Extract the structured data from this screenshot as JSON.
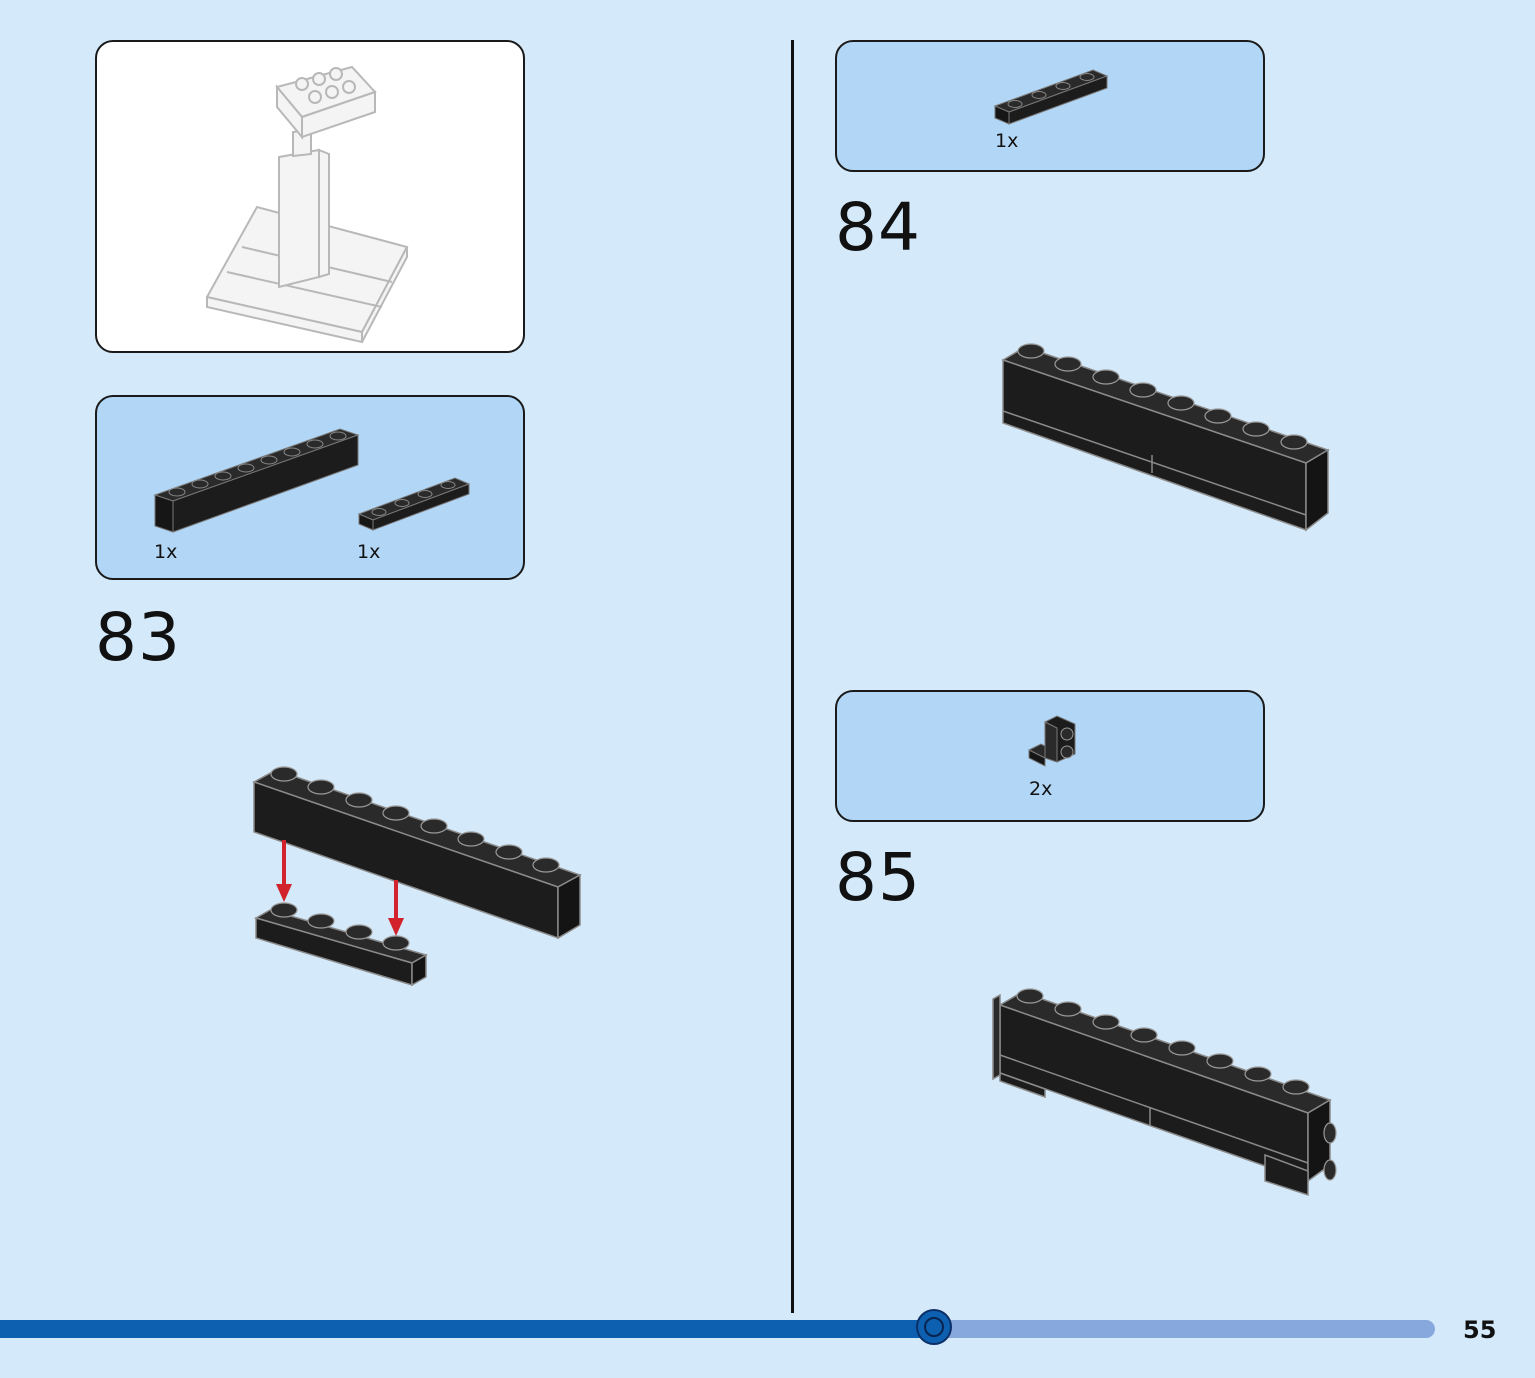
{
  "preview": {
    "description_icon": "completed-model-preview-icon"
  },
  "steps": [
    {
      "number": "83",
      "parts": [
        {
          "qty": "1x",
          "icon": "brick-1x8-icon"
        },
        {
          "qty": "1x",
          "icon": "plate-1x4-icon"
        }
      ]
    },
    {
      "number": "84",
      "parts": [
        {
          "qty": "1x",
          "icon": "plate-1x4-icon"
        }
      ]
    },
    {
      "number": "85",
      "parts": [
        {
          "qty": "2x",
          "icon": "bracket-icon"
        }
      ]
    }
  ],
  "progress": {
    "fraction": 0.65
  },
  "page_number": "55",
  "colors": {
    "background": "#d4eafa",
    "parts_panel": "#b2d6f5",
    "progress_fill": "#0d5fb0",
    "progress_track": "#87a8dd",
    "arrow": "#d2222b",
    "brick": "#1c1c1c"
  }
}
